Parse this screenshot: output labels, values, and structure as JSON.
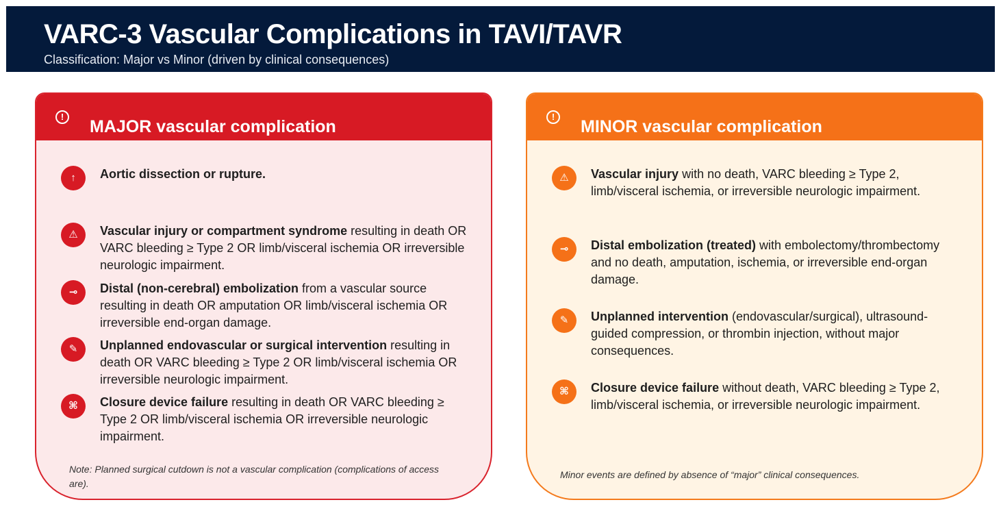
{
  "header": {
    "title": "VARC-3 Vascular Complications in TAVI/TAVR",
    "subtitle": "Classification: Major vs Minor (driven by clinical consequences)"
  },
  "major": {
    "heading": "MAJOR vascular complication",
    "heading_icon": "exclamation-circle-icon",
    "color": "#d71a24",
    "items": [
      {
        "icon": "arrow-up-icon",
        "bold": "Aortic dissection or rupture.",
        "rest": ""
      },
      {
        "icon": "warning-triangle-icon",
        "bold": "Vascular injury or compartment syndrome",
        "rest": " resulting in death OR VARC bleeding ≥ Type 2 OR limb/visceral ischemia OR irreversible neurologic impairment."
      },
      {
        "icon": "embolus-icon",
        "bold": "Distal (non-cerebral) embolization",
        "rest": " from a vascular source resulting in death OR amputation OR limb/visceral ischemia OR irreversible end-organ damage."
      },
      {
        "icon": "syringe-icon",
        "bold": "Unplanned endovascular or surgical intervention",
        "rest": " resulting in death OR VARC bleeding ≥ Type 2 OR limb/visceral ischemia OR irreversible neurologic impairment."
      },
      {
        "icon": "closure-device-icon",
        "bold": "Closure device failure",
        "rest": " resulting in death OR VARC bleeding ≥ Type 2 OR limb/visceral ischemia OR irreversible neurologic impairment."
      }
    ],
    "note": "Note: Planned surgical cutdown is not a vascular complication (complications of access are)."
  },
  "minor": {
    "heading": "MINOR vascular complication",
    "heading_icon": "exclamation-circle-icon",
    "color": "#f57118",
    "items": [
      {
        "icon": "warning-triangle-icon",
        "bold": "Vascular injury",
        "rest": " with no death, VARC bleeding ≥ Type 2, limb/visceral ischemia, or irreversible neurologic impairment."
      },
      {
        "icon": "embolus-icon",
        "bold": "Distal embolization (treated)",
        "rest": " with embolectomy/thrombectomy and no death, amputation, ischemia, or irreversible end-organ damage."
      },
      {
        "icon": "syringe-icon",
        "bold": "Unplanned intervention",
        "rest": " (endovascular/surgical), ultrasound-guided compression, or thrombin injection, without major consequences."
      },
      {
        "icon": "closure-device-icon",
        "bold": "Closure device failure",
        "rest": " without death, VARC bleeding ≥ Type 2, limb/visceral ischemia, or irreversible neurologic impairment."
      }
    ],
    "note": "Minor events are defined by absence of “major” clinical consequences."
  }
}
